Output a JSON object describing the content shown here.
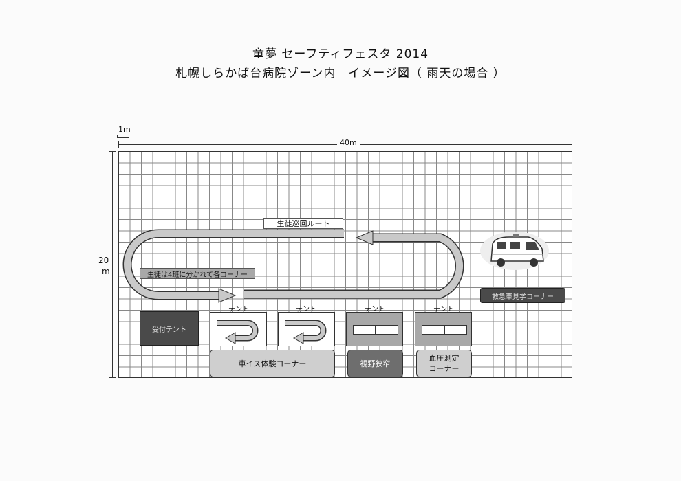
{
  "title": {
    "line1": "童夢 セーフティフェスタ 2014",
    "line2": "札幌しらかば台病院ゾーン内　イメージ図（ 雨天の場合 ）"
  },
  "scale": {
    "unit_label": "1m",
    "width_label": "40m",
    "height_label_top": "20",
    "height_label_bottom": "m"
  },
  "route": {
    "patrol_label": "生徒巡回ルート",
    "groups_label": "生徒は4班に分かれて各コーナー"
  },
  "reception": {
    "label": "受付テント"
  },
  "ambulance": {
    "label": "救急車見学コーナー"
  },
  "tents": [
    {
      "label": "テント"
    },
    {
      "label": "テント"
    },
    {
      "label": "テント"
    },
    {
      "label": "テント"
    }
  ],
  "corners": {
    "wheelchair": "車イス体験コーナー",
    "vision": "視野狭窄",
    "blood_pressure_line1": "血圧測定",
    "blood_pressure_line2": "コーナー"
  },
  "colors": {
    "arrow_fill": "#c9c9c9",
    "dark_box": "#4a4a4a",
    "mid_box": "#a8a8a8",
    "light_box": "#cfcfcf"
  }
}
